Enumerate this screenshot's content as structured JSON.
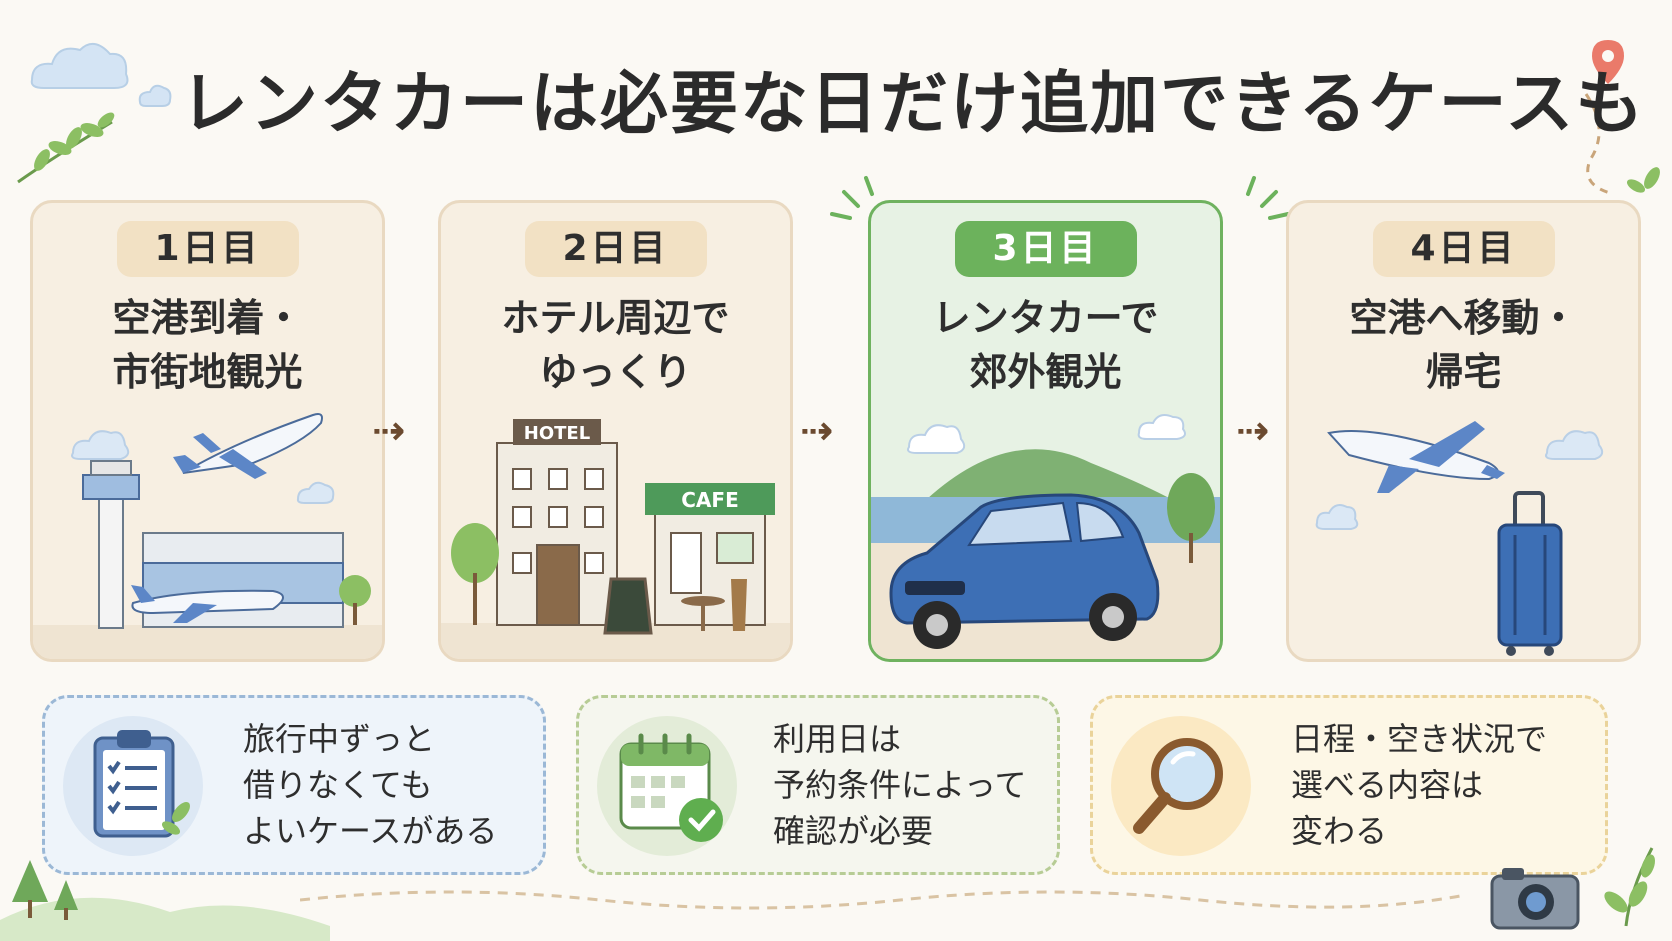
{
  "title": "レンタカーは必要な日だけ追加できるケースも",
  "days": [
    {
      "badge": "1日目",
      "line1": "空港到着・",
      "line2": "市街地観光"
    },
    {
      "badge": "2日目",
      "line1": "ホテル周辺で",
      "line2": "ゆっくり"
    },
    {
      "badge": "3日目",
      "line1": "レンタカーで",
      "line2": "郊外観光"
    },
    {
      "badge": "4日目",
      "line1": "空港へ移動・",
      "line2": "帰宅"
    }
  ],
  "illustrations": {
    "hotel_sign": "HOTEL",
    "cafe_sign": "CAFE"
  },
  "arrow_glyph": "⇢",
  "notes": [
    {
      "icon": "clipboard-icon",
      "lines": [
        "旅行中ずっと",
        "借りなくても",
        "よいケースがある"
      ]
    },
    {
      "icon": "calendar-check-icon",
      "lines": [
        "利用日は",
        "予約条件によって",
        "確認が必要"
      ]
    },
    {
      "icon": "magnifier-icon",
      "lines": [
        "日程・空き状況で",
        "選べる内容は",
        "変わる"
      ]
    }
  ],
  "colors": {
    "background": "#fbf9f4",
    "card": "#f7efe2",
    "highlight_card": "#e7f2e4",
    "highlight_accent": "#6cb25c",
    "car_blue": "#3d6fb5"
  }
}
